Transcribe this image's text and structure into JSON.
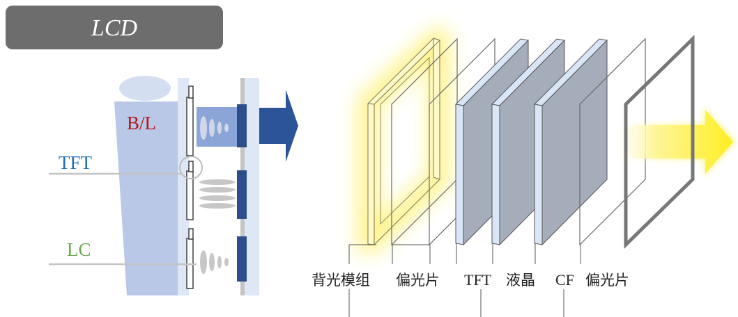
{
  "title": "LCD",
  "left_diagram": {
    "labels": {
      "backlight": "B/L",
      "tft": "TFT",
      "lc": "LC"
    },
    "colors": {
      "backlight_label": "#b01616",
      "tft_label": "#1f6fb5",
      "lc_label": "#6aa84f",
      "panel_fill": "#b8c8e6",
      "arrow": "#2c5597",
      "filter_block": "#2c4f8c"
    }
  },
  "right_diagram": {
    "layer_labels": {
      "backlight_module": "背光模组",
      "polarizer_rear": "偏光片",
      "tft": "TFT",
      "liquid_crystal": "液晶",
      "cf": "CF",
      "polarizer_front": "偏光片"
    },
    "colors": {
      "glow": "#fff176",
      "light_arrow": "#ffee22",
      "glass_sheet": "#a5adbb",
      "glass_edge": "#d9e6f7",
      "frame": "#777777"
    }
  }
}
